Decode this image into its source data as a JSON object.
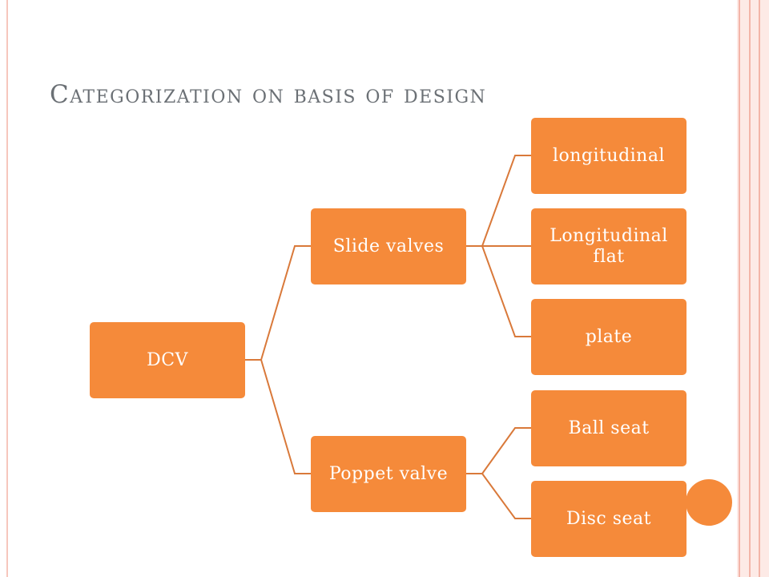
{
  "slide": {
    "title": "Categorization on basis of design"
  },
  "diagram": {
    "root": "DCV",
    "slide_valves": {
      "label": "Slide valves",
      "children": [
        "longitudinal",
        "Longitudinal flat",
        "plate"
      ]
    },
    "poppet_valve": {
      "label": "Poppet valve",
      "children": [
        "Ball seat",
        "Disc seat"
      ]
    }
  },
  "colors": {
    "node_fill": "#f58a3a",
    "connector": "#d9793a",
    "title_text": "#6b7075",
    "frame_accent": "#f3b5a8"
  }
}
